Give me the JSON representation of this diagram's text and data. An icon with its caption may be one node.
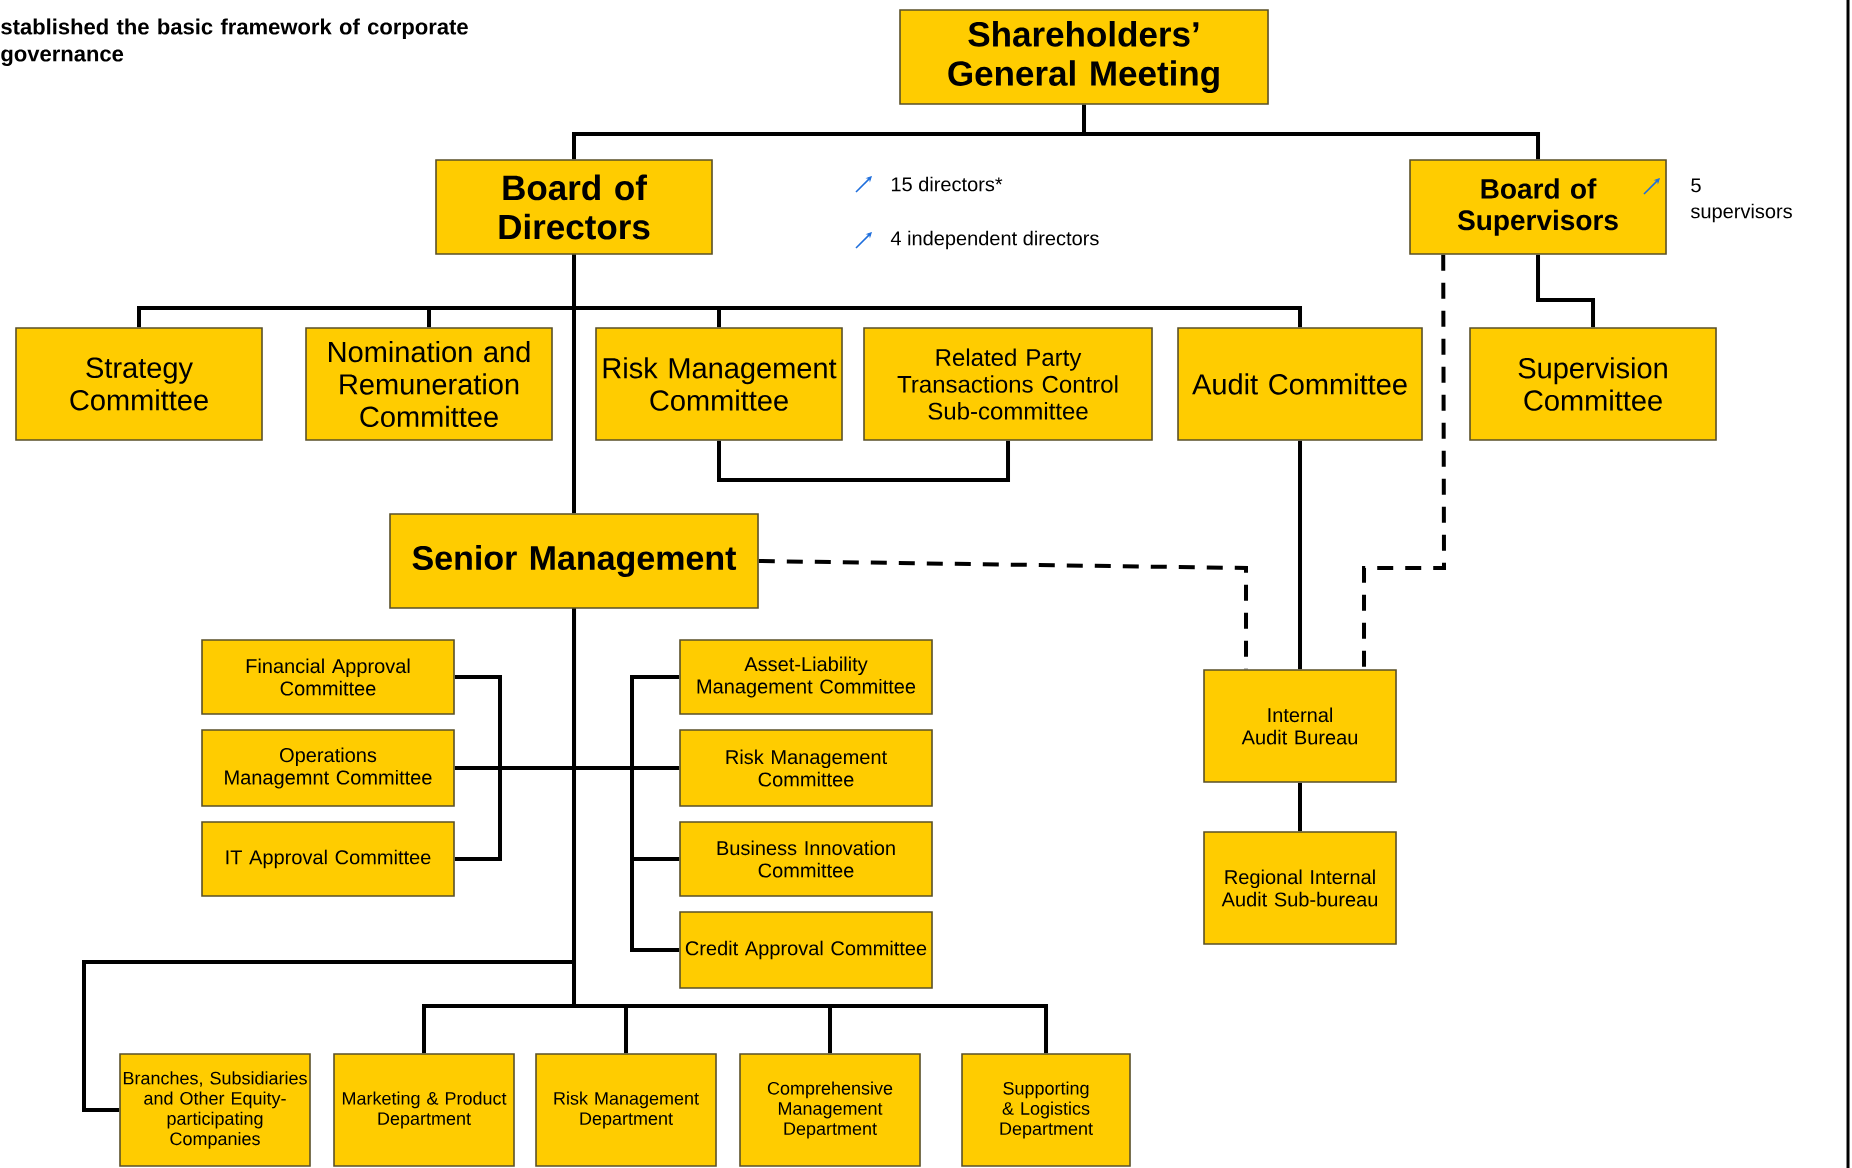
{
  "diagram": {
    "title": "stablished the basic framework of corporate governance",
    "nodes": [
      {
        "text": [
          "Shareholders’ General Meeting"
        ]
      },
      {
        "text": [
          "Board of Directors"
        ]
      },
      {
        "text": [
          "Board of Supervisors"
        ],
        "beside": [
          "5 supervisors"
        ]
      },
      {
        "text": [
          "Strategy Committee"
        ]
      },
      {
        "text": [
          "Nomination and Remuneration Committee"
        ]
      },
      {
        "text": [
          "Risk Management Committee"
        ]
      },
      {
        "text": [
          "Related Party Transactions Control Sub-committee"
        ]
      },
      {
        "text": [
          "Audit Committee"
        ]
      },
      {
        "text": [
          "Supervision Committee"
        ]
      },
      {
        "text": [
          "Senior Management"
        ]
      },
      {
        "text": [
          "Financial Approval Committee"
        ]
      },
      {
        "text": [
          "Operations Managemnt Committee"
        ]
      },
      {
        "text": [
          "IT Approval Committee"
        ]
      },
      {
        "text": [
          "Asset-Liability Management Committee"
        ]
      },
      {
        "text": [
          "Risk Management Committee"
        ]
      },
      {
        "text": [
          "Business Innovation Committee"
        ]
      },
      {
        "text": [
          "Credit Approval Committee"
        ]
      },
      {
        "text": [
          "Internal Audit Bureau"
        ]
      },
      {
        "text": [
          "Regional Internal Audit Sub-bureau"
        ]
      },
      {
        "text": [
          "Branches, Subsidiaries and Other Equity-participating Companies"
        ]
      },
      {
        "text": [
          "Marketing & Product Department"
        ]
      },
      {
        "text": [
          "Risk Management Department"
        ]
      },
      {
        "text": [
          "Comprehensive Management Department"
        ]
      },
      {
        "text": [
          "Supporting & Logistics Department"
        ]
      }
    ],
    "edges": [
      {
        "from": 0,
        "to": 1,
        "arrow": "none"
      },
      {
        "from": 0,
        "to": 2,
        "arrow": "none"
      },
      {
        "from": 1,
        "to": 3,
        "arrow": "none"
      },
      {
        "from": 1,
        "to": 4,
        "arrow": "none"
      },
      {
        "from": 1,
        "to": 5,
        "arrow": "none"
      },
      {
        "from": 1,
        "to": 7,
        "arrow": "none"
      },
      {
        "from": 5,
        "to": 6,
        "arrow": "none"
      },
      {
        "from": 2,
        "to": 8,
        "arrow": "none"
      },
      {
        "from": 1,
        "to": 9,
        "arrow": "none"
      },
      {
        "from": 7,
        "to": 17,
        "arrow": "none"
      },
      {
        "from": 9,
        "to": 17,
        "arrow": "none",
        "style": "dashed"
      },
      {
        "from": 2,
        "to": 17,
        "arrow": "none",
        "style": "dashed"
      },
      {
        "from": 17,
        "to": 18,
        "arrow": "none"
      },
      {
        "from": 9,
        "to": 10,
        "arrow": "none"
      },
      {
        "from": 9,
        "to": 11,
        "arrow": "none"
      },
      {
        "from": 9,
        "to": 12,
        "arrow": "none"
      },
      {
        "from": 9,
        "to": 13,
        "arrow": "none"
      },
      {
        "from": 9,
        "to": 14,
        "arrow": "none"
      },
      {
        "from": 9,
        "to": 15,
        "arrow": "none"
      },
      {
        "from": 9,
        "to": 16,
        "arrow": "none"
      },
      {
        "from": 9,
        "to": 19,
        "arrow": "none"
      },
      {
        "from": 9,
        "to": 20,
        "arrow": "none"
      },
      {
        "from": 9,
        "to": 21,
        "arrow": "none"
      },
      {
        "from": 9,
        "to": 22,
        "arrow": "none"
      },
      {
        "from": 9,
        "to": 23,
        "arrow": "none"
      }
    ],
    "labels": [
      "15 directors*",
      "4 independent directors"
    ]
  }
}
